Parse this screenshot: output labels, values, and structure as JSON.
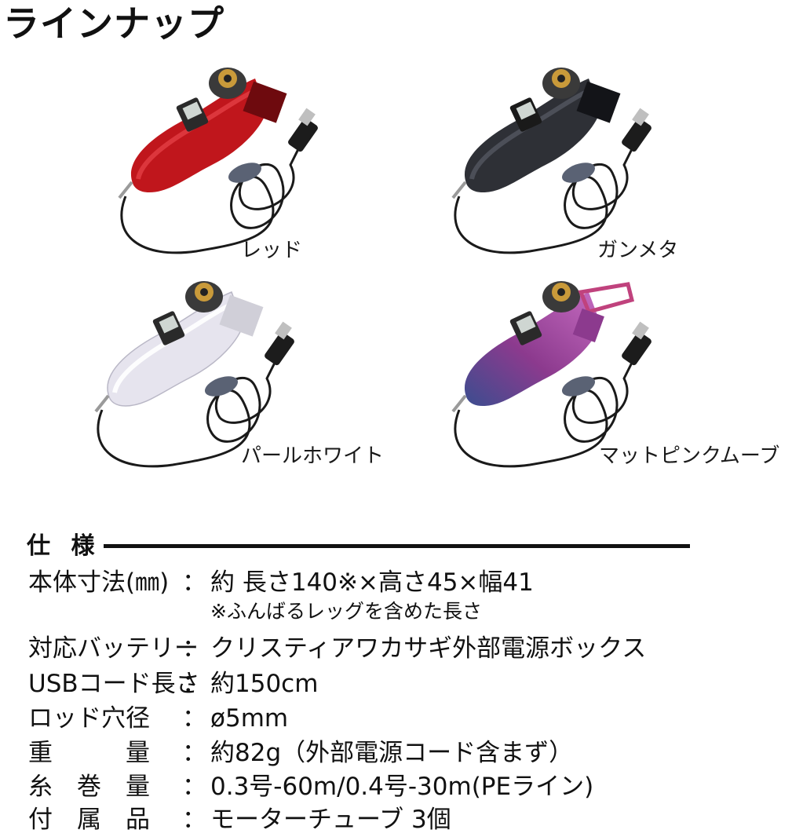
{
  "title": "ラインナップ",
  "products": [
    {
      "label": "レッド",
      "body_color": "#c0161c",
      "body_light": "#e8454a",
      "body_dark": "#6e0a0e"
    },
    {
      "label": "ガンメタ",
      "body_color": "#2e3036",
      "body_light": "#5a5d66",
      "body_dark": "#131418"
    },
    {
      "label": "パールホワイト",
      "body_color": "#e6e4ee",
      "body_light": "#ffffff",
      "body_dark": "#b9b7c6"
    },
    {
      "label": "マットピンクムーブ",
      "body_color": "#8c3a8e",
      "body_light": "#c56bc0",
      "body_dark": "#3b4d8f"
    }
  ],
  "spec": {
    "heading": "仕 様",
    "separator": "：",
    "rows": [
      {
        "key": "本体寸法(㎜)",
        "value": "約 長さ140※×高さ45×幅41"
      },
      {
        "key": "対応バッテリー",
        "value": "クリスティアワカサギ外部電源ボックス"
      },
      {
        "key": "USBコード長さ",
        "value": "約150cm"
      },
      {
        "key": "ロッド穴径",
        "value": "ø5mm"
      },
      {
        "key": "重　　　量",
        "value": "約82g（外部電源コード含まず）"
      },
      {
        "key": "糸　巻　量",
        "value": "0.3号-60m/0.4号-30m(PEライン)"
      },
      {
        "key": "付　属　品",
        "value": "モーターチューブ 3個"
      }
    ],
    "note": "※ふんばるレッグを含めた長さ"
  }
}
